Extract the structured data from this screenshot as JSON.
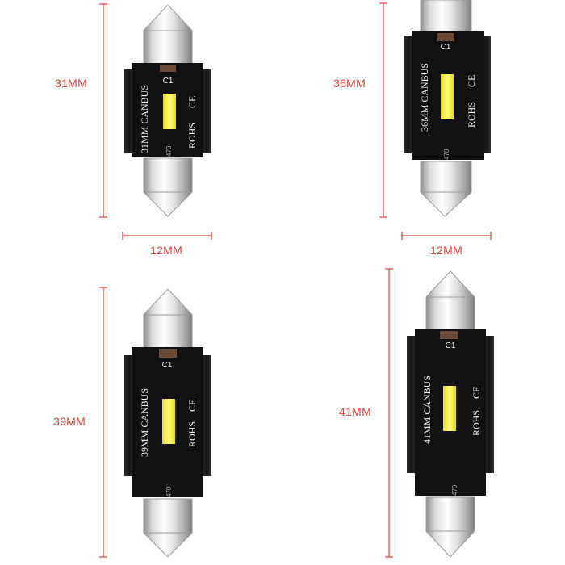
{
  "colors": {
    "dimension_red": "#e0403a",
    "body_black": "#111111",
    "led_yellow": "#f7ef36",
    "print_white": "#f2f2f2",
    "chrome_light": "#e9e9ea"
  },
  "bulbs": [
    {
      "id": "31mm",
      "height_label": "31MM",
      "width_label": "12MM",
      "canbus_text": "31MM CANBUS",
      "rohs_text": "ROHS",
      "ce_text": "CE",
      "component_label": "C1",
      "code_text": "470"
    },
    {
      "id": "36mm",
      "height_label": "36MM",
      "width_label": "12MM",
      "canbus_text": "36MM CANBUS",
      "rohs_text": "ROHS",
      "ce_text": "CE",
      "component_label": "C1",
      "code_text": "470"
    },
    {
      "id": "39mm",
      "height_label": "39MM",
      "width_label": "",
      "canbus_text": "39MM CANBUS",
      "rohs_text": "ROHS",
      "ce_text": "CE",
      "component_label": "C1",
      "code_text": "470"
    },
    {
      "id": "41mm",
      "height_label": "41MM",
      "width_label": "",
      "canbus_text": "41MM CANBUS",
      "rohs_text": "ROHS",
      "ce_text": "CE",
      "component_label": "C1",
      "code_text": "470"
    }
  ]
}
